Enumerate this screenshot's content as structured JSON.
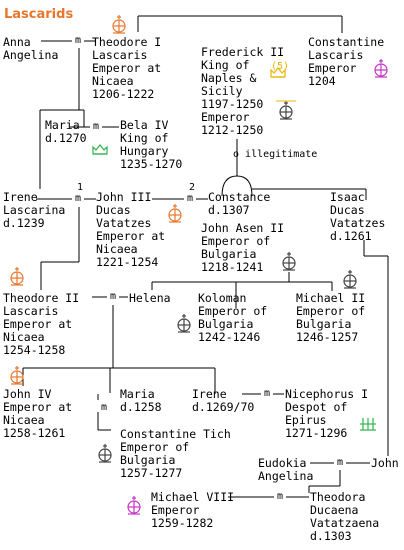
{
  "title": "Lascarids",
  "colors": {
    "line": "#000000",
    "title": "#e8762c",
    "crown_orange": "#e8762c",
    "crown_yellow": "#e9b400",
    "crown_purple": "#c832c8",
    "crown_green": "#2fb34a",
    "crown_gray": "#444444"
  },
  "marriage_mark": "m",
  "persons": {
    "anna_angelina": [
      "Anna",
      "Angelina"
    ],
    "theodore_i": [
      "Theodore I",
      "Lascaris",
      "Emperor at",
      "Nicaea",
      "1206-1222"
    ],
    "constantine_lascaris": [
      "Constantine",
      "Lascaris",
      "Emperor",
      "1204"
    ],
    "frederick_ii": [
      "Frederick II",
      "King of",
      "Naples &",
      "Sicily",
      "1197-1250",
      "Emperor",
      "1212-1250"
    ],
    "maria_1270": [
      "Maria",
      "d.1270"
    ],
    "bela_iv": [
      "Bela IV",
      "King of",
      "Hungary",
      "1235-1270"
    ],
    "irene_lascarina": [
      "Irene",
      "Lascarina",
      "d.1239"
    ],
    "john_iii": [
      "John III",
      "Ducas",
      "Vatatzes",
      "Emperor at",
      "Nicaea",
      "1221-1254"
    ],
    "constance": [
      "Constance",
      "d.1307"
    ],
    "isaac_ducas": [
      "Isaac",
      "Ducas",
      "Vatatzes",
      "d.1261"
    ],
    "john_asen_ii": [
      "John Asen II",
      "Emperor of",
      "Bulgaria",
      "1218-1241"
    ],
    "theodore_ii": [
      "Theodore II",
      "Lascaris",
      "Emperor at",
      "Nicaea",
      "1254-1258"
    ],
    "helena": [
      "Helena"
    ],
    "koloman": [
      "Koloman",
      "Emperor of",
      "Bulgaria",
      "1242-1246"
    ],
    "michael_ii": [
      "Michael II",
      "Emperor of",
      "Bulgaria",
      "1246-1257"
    ],
    "john_iv": [
      "John IV",
      "Emperor at",
      "Nicaea",
      "1258-1261"
    ],
    "maria_1258": [
      "Maria",
      "d.1258"
    ],
    "constantine_tich": [
      "Constantine Tich",
      "Emperor of",
      "Bulgaria",
      "1257-1277"
    ],
    "irene_1269": [
      "Irene",
      "d.1269/70"
    ],
    "nicephorus_i": [
      "Nicephorus I",
      "Despot of",
      "Epirus",
      "1271-1296"
    ],
    "eudokia_angelina": [
      "Eudokia",
      "Angelina"
    ],
    "john": [
      "John"
    ],
    "michael_viii": [
      "Michael VIII",
      "Emperor",
      "1259-1282"
    ],
    "theodora": [
      "Theodora",
      "Ducaena",
      "Vatatzaena",
      "d.1303"
    ]
  },
  "annotations": {
    "illegitimate": "illegitimate",
    "marriage_1": "1",
    "marriage_2": "2",
    "crown_number": "(5)"
  },
  "icons": [
    "crown-orange-icon",
    "crown-yellow-icon",
    "crown-purple-icon",
    "crown-green-icon",
    "crown-gray-icon"
  ]
}
